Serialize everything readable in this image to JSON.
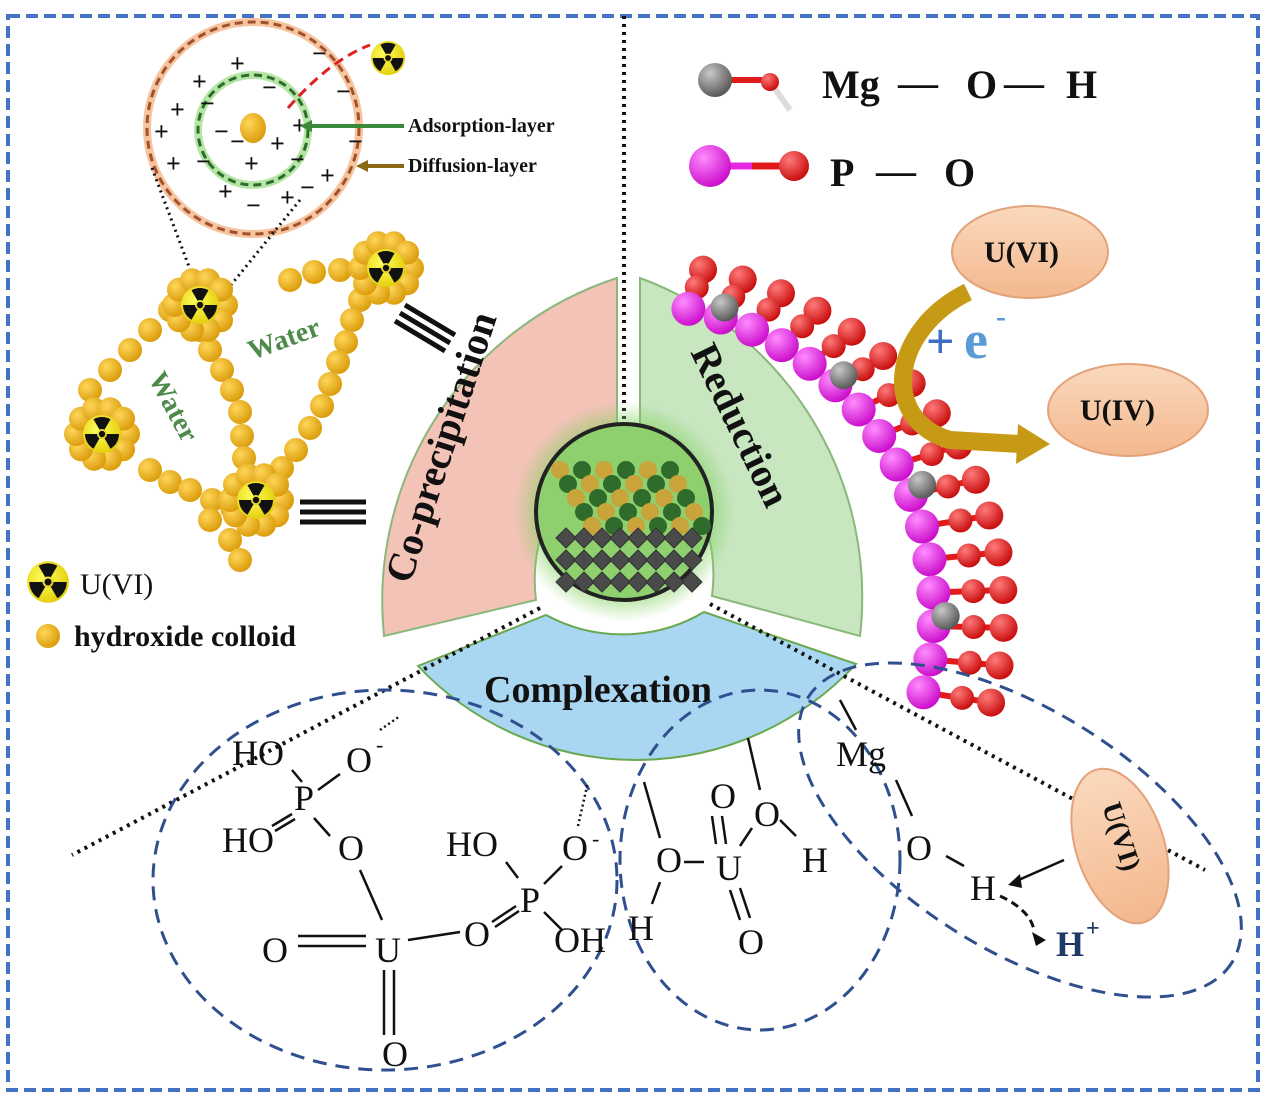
{
  "sectors": {
    "coprecipitation": "Co-precipitation",
    "reduction": "Reduction",
    "complexation": "Complexation"
  },
  "double_layer": {
    "adsorption_label": "Adsorption-layer",
    "diffusion_label": "Diffusion-layer",
    "charges": [
      "+",
      "−",
      "+",
      "−",
      "+",
      "−",
      "+",
      "−",
      "+",
      "−",
      "+",
      "−",
      "+",
      "−",
      "+",
      "−",
      "+",
      "−",
      "+",
      "−",
      "+",
      "−"
    ]
  },
  "colloid": {
    "water_label_1": "Water",
    "water_label_2": "Water"
  },
  "legend_left": {
    "uranium_label": "U(VI)",
    "colloid_label": "hydroxide colloid"
  },
  "legend_right": {
    "mgoh": {
      "mg": "Mg",
      "o": "O",
      "h": "H",
      "dash": "—"
    },
    "po": {
      "p": "P",
      "o": "O",
      "dash": "—"
    }
  },
  "reduction_panel": {
    "from_species": "U(VI)",
    "to_species": "U(IV)",
    "electron": "e",
    "electron_charge": "-",
    "plus": "+"
  },
  "complexation_panel": {
    "left": {
      "ho1": "HO",
      "o_minus1": "O",
      "minus": "-",
      "p1": "P",
      "ho2": "HO",
      "o_bridge": "O",
      "o_left": "O",
      "u": "U",
      "o_bottom": "O",
      "o_right": "O",
      "p2": "P",
      "ho3": "HO",
      "o_minus2": "O",
      "oh": "OH"
    },
    "middle": {
      "o_top1": "O",
      "o_top2": "O",
      "o_left": "O",
      "u": "U",
      "o_bottom": "O",
      "h_left": "H",
      "h_right": "H"
    },
    "right": {
      "mg": "Mg",
      "o": "O",
      "h": "H",
      "uvi": "U(VI)",
      "h_plus": "H",
      "plus": "+"
    }
  },
  "colors": {
    "border_blue": "#4472c4",
    "coprecip_fill": "#f3c3b8",
    "reduction_fill": "#c8e6c0",
    "complex_fill": "#a9d7f2",
    "colloid_gold": "#e8a912",
    "species_fill": "#f7c9a5",
    "arrow_gold": "#c69a14",
    "p_magenta": "#e628e6",
    "o_red": "#e11b1b",
    "mg_gray": "#808080",
    "electron_blue": "#5b9bd5",
    "water_green": "#4e8a4a",
    "hplus_navy": "#1f3864"
  }
}
